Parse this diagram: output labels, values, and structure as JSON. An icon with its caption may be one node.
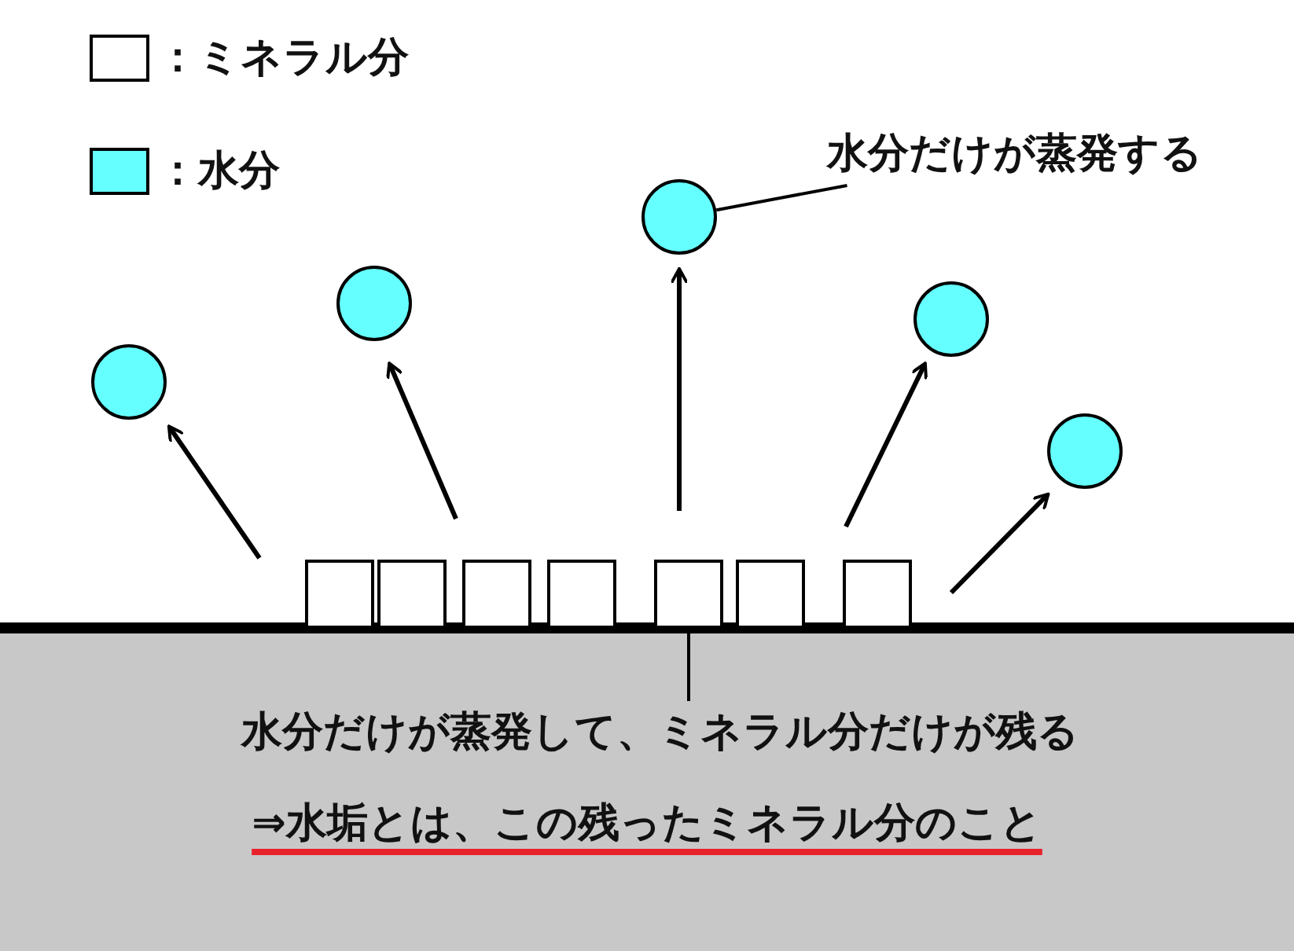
{
  "diagram": {
    "nodes": [
      {
        "text": [
          "水分だけが蒸発する"
        ]
      },
      {
        "text": [],
        "shape": "circle"
      },
      {
        "text": [],
        "shape": "circle"
      },
      {
        "text": [],
        "shape": "circle"
      },
      {
        "text": [],
        "shape": "circle"
      },
      {
        "text": [],
        "shape": "circle"
      },
      {
        "text": [],
        "shape": "box"
      },
      {
        "text": [],
        "shape": "box"
      },
      {
        "text": [],
        "shape": "box"
      },
      {
        "text": [],
        "shape": "box"
      },
      {
        "text": [],
        "shape": "box"
      },
      {
        "text": [],
        "shape": "box"
      },
      {
        "text": [],
        "shape": "box"
      },
      {
        "text": [
          "水分だけが蒸発して、ミネラル分だけが残る"
        ]
      }
    ],
    "edges": [
      {
        "from": 0,
        "to": 3,
        "arrow": "none"
      },
      {
        "from": 13,
        "to": 10,
        "arrow": "none"
      }
    ],
    "labels": [
      "⇒水垢とは、この残ったミネラル分のこと"
    ],
    "legend": [
      {
        "text": "：ミネラル分",
        "color": "#ffffff"
      },
      {
        "text": "：水分",
        "color": "#66ffff"
      }
    ]
  }
}
